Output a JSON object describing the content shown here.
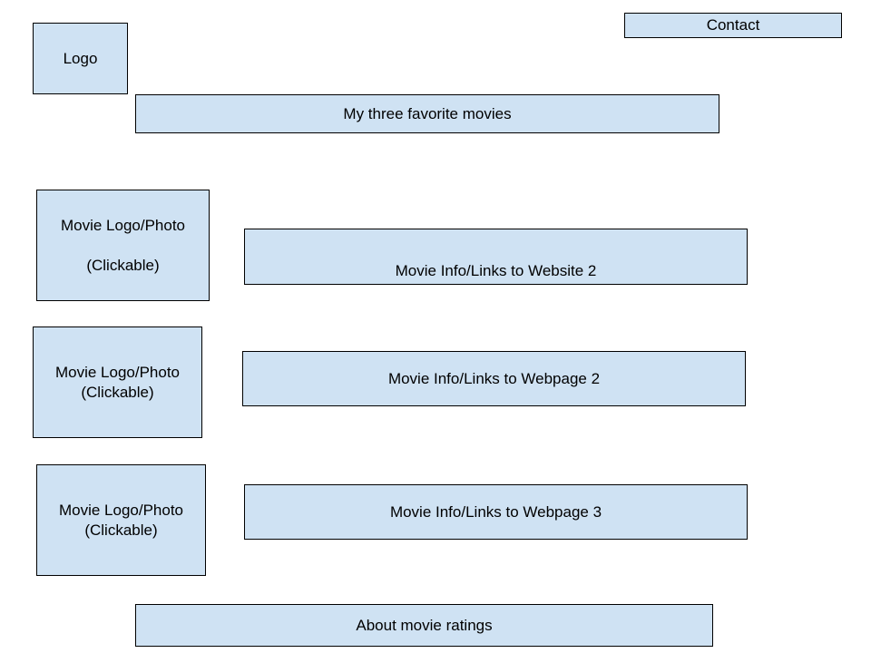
{
  "header": {
    "logo_label": "Logo",
    "contact_label": "Contact"
  },
  "main": {
    "title": "My three favorite movies",
    "movies": [
      {
        "photo_line1": "Movie Logo/Photo",
        "photo_line2": "(Clickable)",
        "info": "Movie Info/Links to Website 2"
      },
      {
        "photo_line1": "Movie Logo/Photo",
        "photo_line2": "(Clickable)",
        "info": "Movie Info/Links to Webpage 2"
      },
      {
        "photo_line1": "Movie Logo/Photo",
        "photo_line2": "(Clickable)",
        "info": "Movie Info/Links to Webpage 3"
      }
    ]
  },
  "footer": {
    "about_label": "About movie ratings"
  },
  "colors": {
    "box_fill": "#cfe2f3",
    "box_border": "#000000",
    "background": "#ffffff"
  }
}
